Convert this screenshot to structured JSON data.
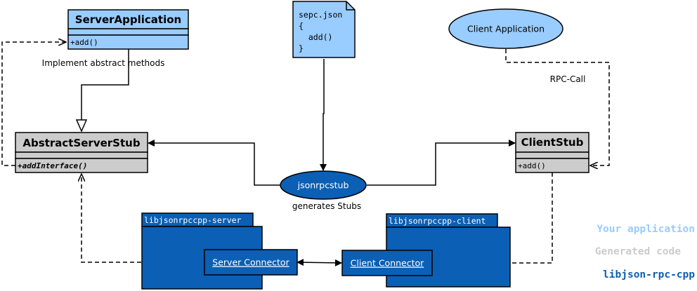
{
  "colors": {
    "your_app": "#99ccff",
    "generated": "#cccccc",
    "library": "#0b5fb5",
    "library_text": "#0b5fb5",
    "stroke": "#000000"
  },
  "server_app": {
    "title": "ServerApplication",
    "method": "+add()"
  },
  "implement_label": "Implement abstract methods",
  "spec_file": {
    "lines": [
      "sepc.json",
      "{",
      "  add()",
      "}"
    ]
  },
  "client_app": {
    "title": "Client Application"
  },
  "rpc_call_label": "RPC-Call",
  "abstract_stub": {
    "title": "AbstractServerStub",
    "method": "+addInterface()"
  },
  "client_stub": {
    "title": "ClientStub",
    "method": "+add()"
  },
  "jsonrpcstub": {
    "title": "jsonrpcstub",
    "caption": "generates Stubs"
  },
  "server_package": {
    "tab": "libjsonrpccpp-server",
    "connector": "Server Connector"
  },
  "client_package": {
    "tab": "libjsonrpccpp-client",
    "connector": "Client Connector"
  },
  "legend": {
    "your_application": "Your application",
    "generated_code": "Generated code",
    "library": "libjson-rpc-cpp"
  }
}
